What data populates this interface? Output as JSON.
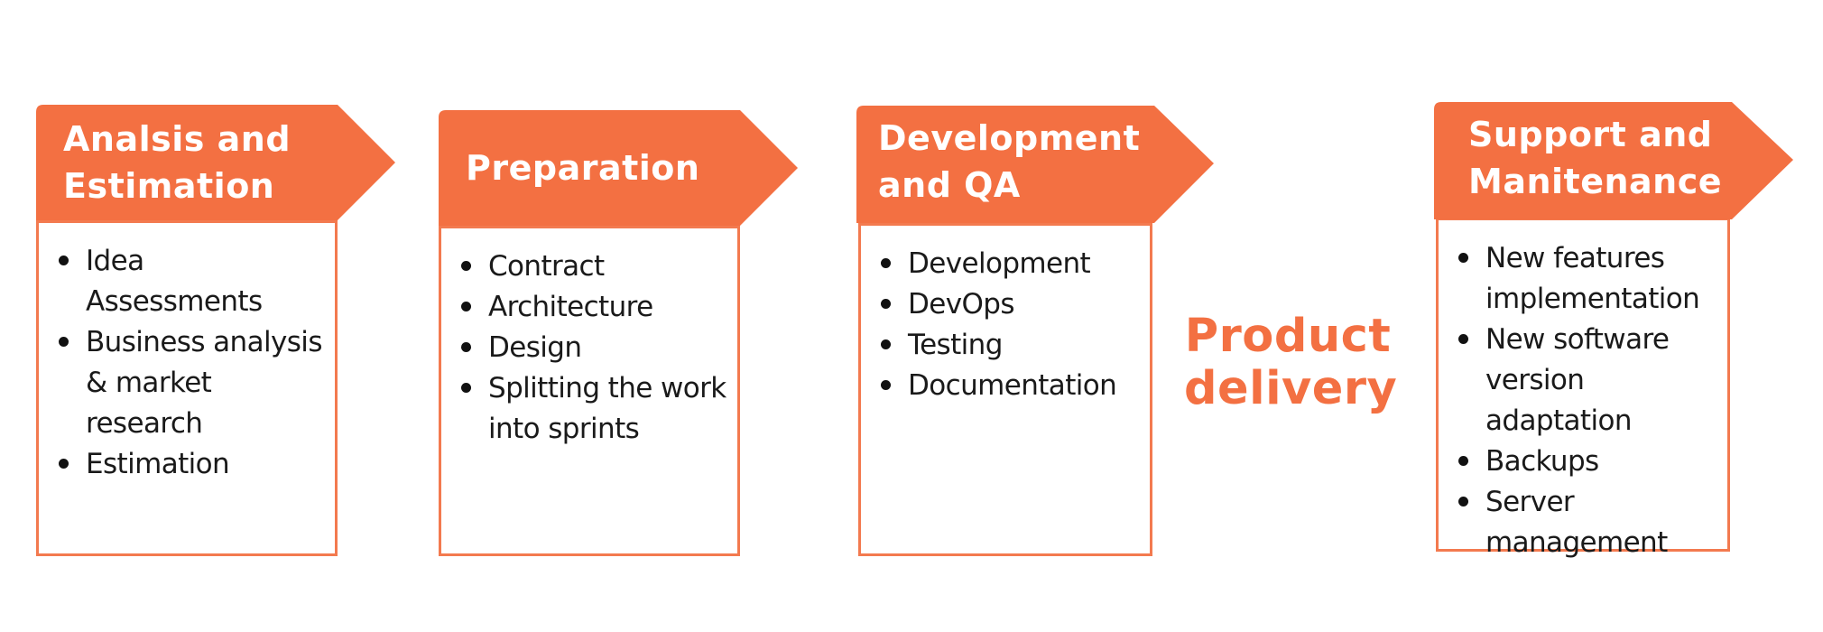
{
  "colors": {
    "accent": "#f37042",
    "border": "#f37a4f",
    "text": "#1a1a1a",
    "tab_text": "#ffffff"
  },
  "stages": [
    {
      "title": "Analsis and\nEstimation",
      "items": [
        "Idea Assessments",
        "Business analysis & market research",
        "Estimation"
      ]
    },
    {
      "title": "Preparation",
      "items": [
        "Contract",
        "Architecture",
        "Design",
        "Splitting the work into sprints"
      ]
    },
    {
      "title": "Development\nand QA",
      "items": [
        "Development",
        "DevOps",
        "Testing",
        "Documentation"
      ]
    },
    {
      "title": "Support and\nManitenance",
      "items": [
        "New features implementation",
        "New software version adaptation",
        "Backups",
        "Server management"
      ]
    }
  ],
  "product_delivery": "Product\ndelivery"
}
